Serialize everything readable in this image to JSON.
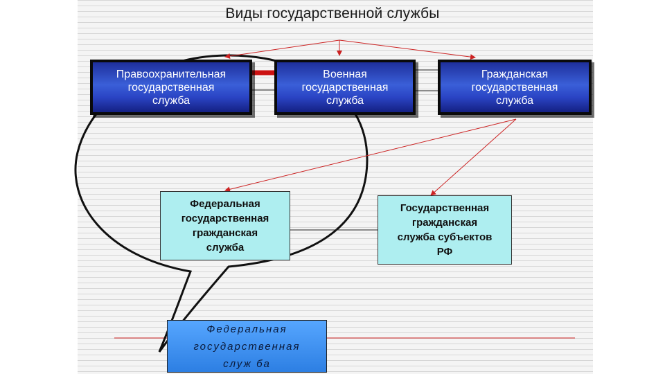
{
  "title": "Виды государственной службы",
  "boxes": {
    "law_enforcement": "Правоохранительная\nгосударственная\nслужба",
    "military": "Военная\nгосударственная\nслужба",
    "civil": "Гражданская\nгосударственная\nслужба",
    "federal_civil": "Федеральная\nгосударственная\nгражданская\nслужба",
    "subject_civil": "Государственная\nгражданская\nслужба субъектов\nРФ",
    "federal_state": "Федеральная\nгосударственная\nслуж ба"
  },
  "colors": {
    "arrow": "#cc2222",
    "connector": "#222222",
    "speech_bubble": "#111111"
  }
}
